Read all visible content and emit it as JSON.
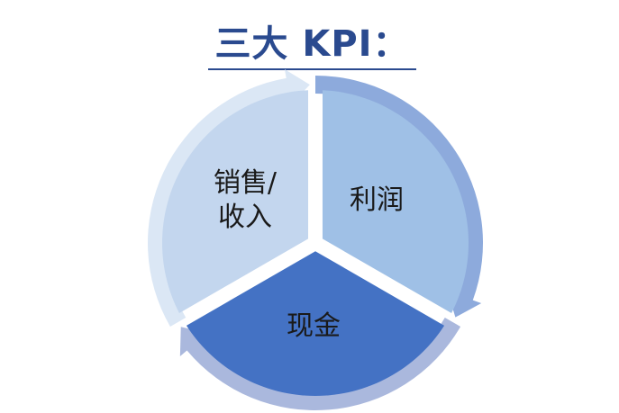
{
  "title": "三大 KPI：",
  "segments": [
    {
      "id": "sales",
      "label_lines": [
        "销售/",
        "收入"
      ],
      "fill": "#c3d6ee",
      "arrow": "#dbe7f5"
    },
    {
      "id": "profit",
      "label_lines": [
        "利润"
      ],
      "fill": "#9fc0e6",
      "arrow": "#8daadc"
    },
    {
      "id": "cash",
      "label_lines": [
        "现金"
      ],
      "fill": "#4472c4",
      "arrow": "#aab8dd"
    }
  ],
  "colors": {
    "title": "#2a4a8f",
    "text": "#1a1a1a",
    "background": "#ffffff"
  }
}
